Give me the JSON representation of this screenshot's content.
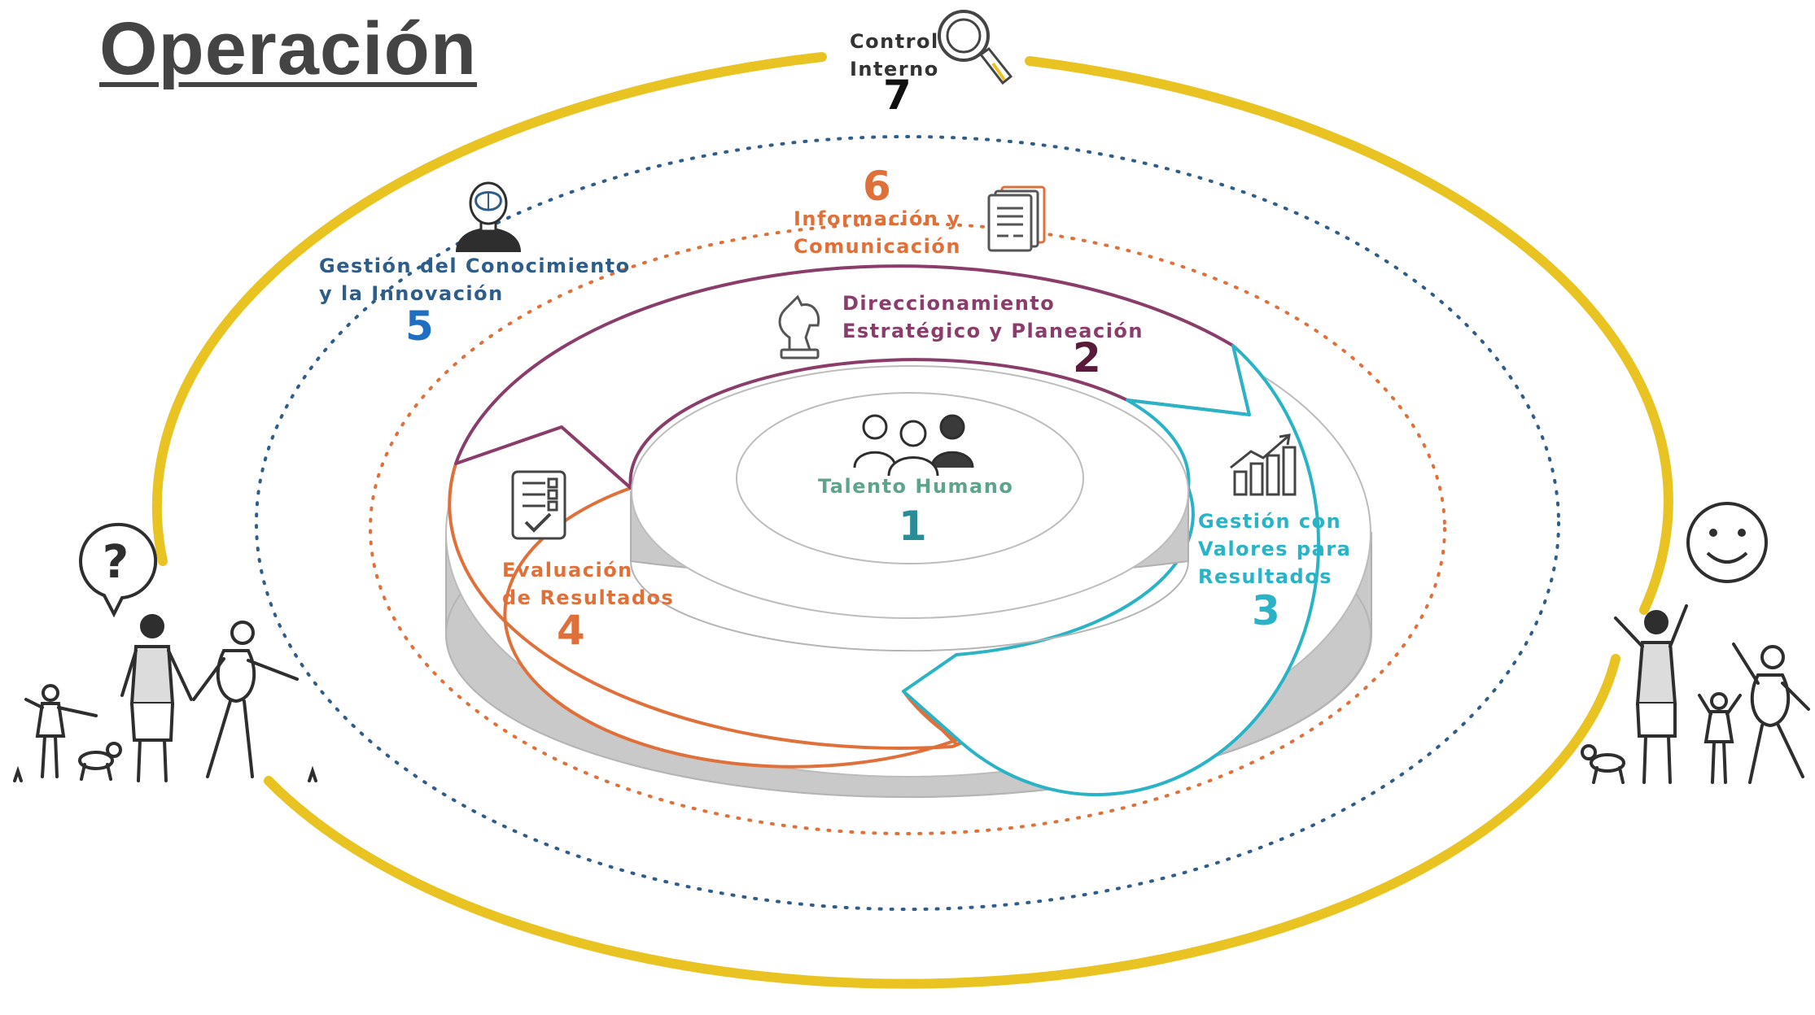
{
  "title": "Operación",
  "colors": {
    "outer_ring": "#E8C321",
    "control_interno_number": "#111111",
    "conocimiento": "#2F5D8A",
    "informacion": "#E0703A",
    "direccionamiento": "#8A3D6A",
    "direccionamiento_number": "#5A1A3A",
    "valores": "#2AB3C6",
    "evaluacion": "#E0703A",
    "talento": "#5BA58A",
    "talento_number": "#2A8C96",
    "platform_side": "#C8C8C8"
  },
  "dimensions": [
    {
      "key": "talento",
      "lines": [
        "Talento Humano"
      ],
      "number": "1",
      "icon": "people-group-icon"
    },
    {
      "key": "direccionamiento",
      "lines": [
        "Direccionamiento",
        "Estratégico y Planeación"
      ],
      "number": "2",
      "icon": "chess-knight-icon"
    },
    {
      "key": "valores",
      "lines": [
        "Gestión con",
        "Valores para",
        "Resultados"
      ],
      "number": "3",
      "icon": "bar-chart-icon"
    },
    {
      "key": "evaluacion",
      "lines": [
        "Evaluación",
        "de Resultados"
      ],
      "number": "4",
      "icon": "checklist-icon"
    },
    {
      "key": "conocimiento",
      "lines": [
        "Gestión del Conocimiento",
        "y la Innovación"
      ],
      "number": "5",
      "icon": "brain-head-icon"
    },
    {
      "key": "informacion",
      "lines": [
        "Información y",
        "Comunicación"
      ],
      "number": "6",
      "icon": "documents-icon"
    },
    {
      "key": "control",
      "lines": [
        "Control",
        "Interno"
      ],
      "number": "7",
      "icon": "magnifier-icon"
    }
  ],
  "decorations": {
    "left_bubble": "?",
    "left_group": "family-left-illustration",
    "right_face": "smiley-face-icon",
    "right_group": "family-right-illustration"
  }
}
